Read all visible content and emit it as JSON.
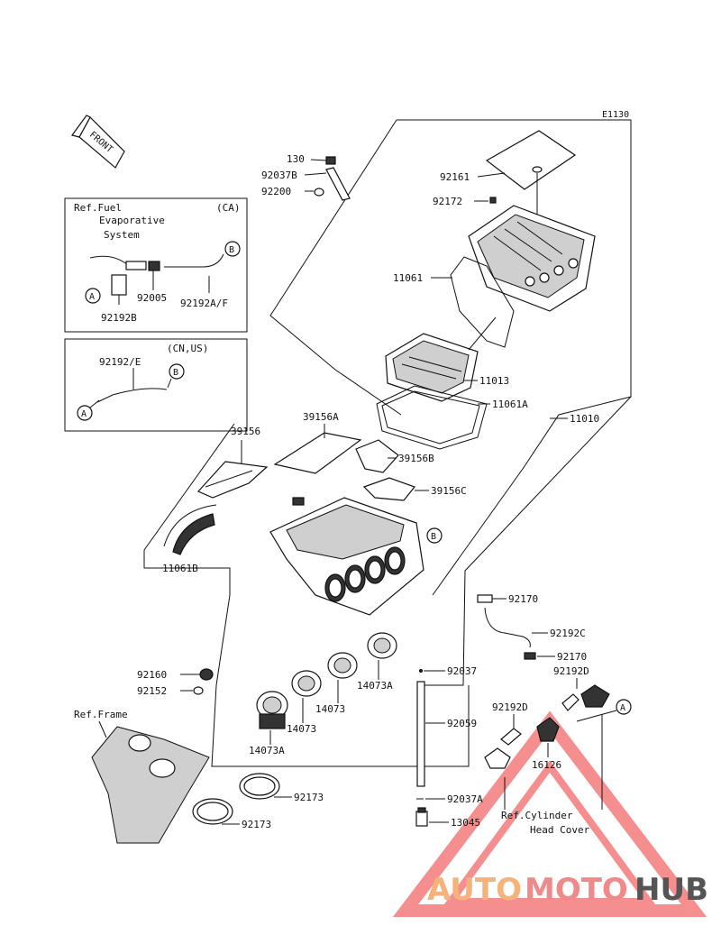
{
  "diagram_code": "E1130",
  "front_label": "FRONT",
  "ref_fuel": {
    "title_line1": "Ref.Fuel",
    "title_line2": "Evaporative",
    "title_line3": "System",
    "region": "(CA)",
    "parts": [
      "92005",
      "92192A/F",
      "92192B"
    ],
    "connectors": [
      "A",
      "B"
    ]
  },
  "cn_us": {
    "region": "(CN,US)",
    "parts": [
      "92192/E"
    ],
    "connectors": [
      "A",
      "B"
    ]
  },
  "parts": {
    "p130": "130",
    "p92037B": "92037B",
    "p92200": "92200",
    "p92161": "92161",
    "p92172": "92172",
    "p11061": "11061",
    "p11013": "11013",
    "p11061A": "11061A",
    "p11010": "11010",
    "p39156A": "39156A",
    "p39156": "39156",
    "p39156B": "39156B",
    "p39156C": "39156C",
    "p11061B": "11061B",
    "p92170a": "92170",
    "p92192C": "92192C",
    "p92170b": "92170",
    "p92160": "92160",
    "p92152": "92152",
    "p92037": "92037",
    "p92192D_a": "92192D",
    "p92192D_b": "92192D",
    "p14073A_a": "14073A",
    "p14073_a": "14073",
    "p14073_b": "14073",
    "p14073A_b": "14073A",
    "p92059": "92059",
    "p16126": "16126",
    "p92173a": "92173",
    "p92173b": "92173",
    "p92037A": "92037A",
    "p13045": "13045",
    "connB": "B",
    "connA": "A"
  },
  "ref_frame": "Ref.Frame",
  "ref_cyl_line1": "Ref.Cylinder",
  "ref_cyl_line2": "Head Cover",
  "watermark": {
    "auto": "AUTO",
    "moto": "MOTO",
    "hub": "HUB"
  }
}
